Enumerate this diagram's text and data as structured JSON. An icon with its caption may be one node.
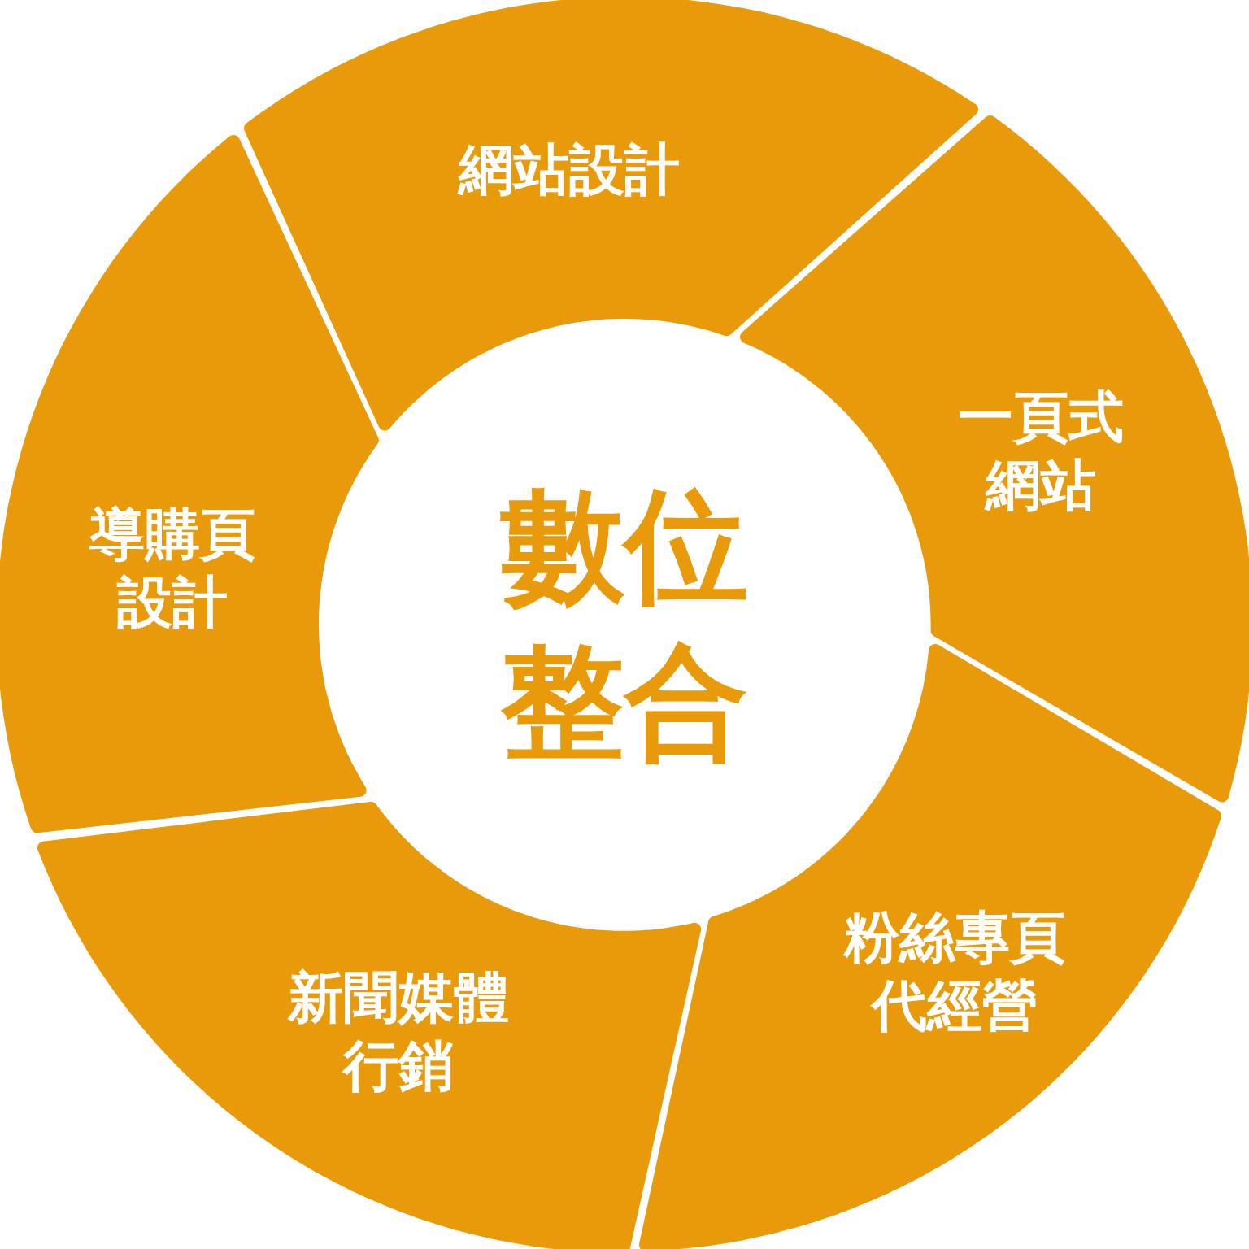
{
  "diagram": {
    "nodes": [
      {
        "text": [
          "數位整合"
        ]
      },
      {
        "text": [
          "網站設計"
        ]
      },
      {
        "text": [
          "一頁式網站"
        ]
      },
      {
        "text": [
          "粉絲專頁代經營"
        ]
      },
      {
        "text": [
          "新聞媒體行銷"
        ]
      },
      {
        "text": [
          "導購頁設計"
        ]
      }
    ]
  }
}
